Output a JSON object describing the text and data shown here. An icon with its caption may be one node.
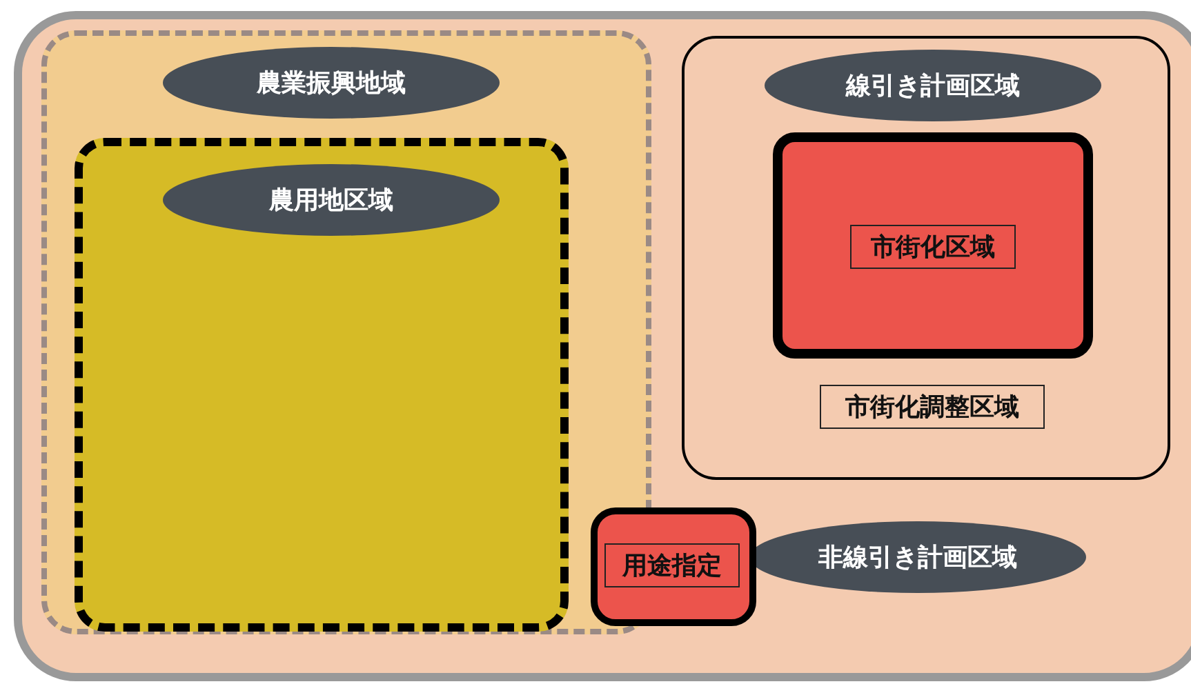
{
  "diagram": {
    "nodes": [
      {
        "text": [
          "非線引き計画区域"
        ]
      },
      {
        "text": [
          "農業振興地域"
        ],
        "in": 0
      },
      {
        "text": [
          "農用地区域"
        ],
        "in": 1
      },
      {
        "text": [
          "線引き計画区域"
        ],
        "in": 0
      },
      {
        "text": [
          "市街化区域"
        ],
        "in": 3
      },
      {
        "text": [
          "市街化調整区域"
        ],
        "in": 3
      },
      {
        "text": [
          "用途指定"
        ],
        "in": 0
      }
    ]
  }
}
